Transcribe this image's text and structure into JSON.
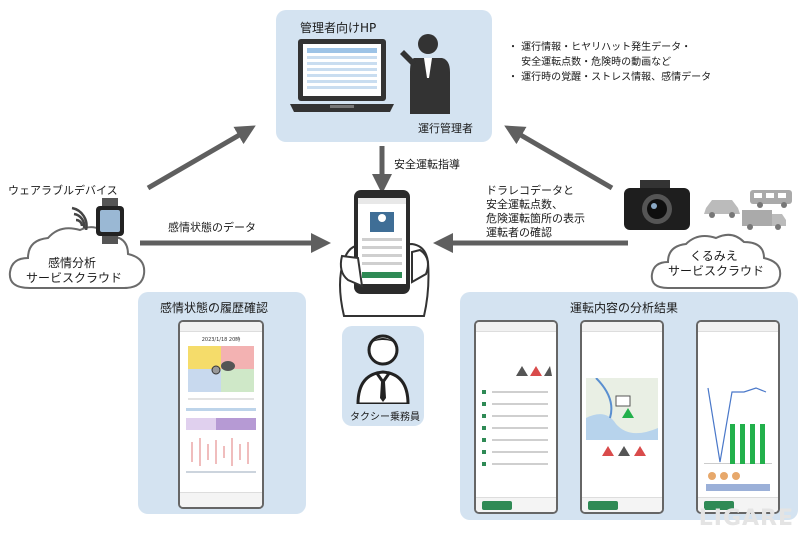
{
  "admin_hp": {
    "title": "管理者向けHP",
    "manager_label": "運行管理者"
  },
  "info_bullets": [
    "・ 運行情報・ヒヤリハット発生データ・",
    "　 安全運転点数・危険時の動画など",
    "・ 運行時の覚醒・ストレス情報、感情データ"
  ],
  "safety_guidance": "安全運転指導",
  "wearable_label": "ウェアラブルデバイス",
  "emotion_cloud": {
    "line1": "感情分析",
    "line2": "サービスクラウド"
  },
  "emotion_data_label": "感情状態のデータ",
  "drarecord_lines": [
    "ドラレコデータと",
    "安全運転点数、",
    "危険運転箇所の表示",
    "運転者の確認"
  ],
  "kurumie_cloud": {
    "line1": "くるみえ",
    "line2": "サービスクラウド"
  },
  "emotion_history": {
    "title": "感情状態の履歴確認",
    "date": "2023/1/18 20時"
  },
  "analysis": {
    "title": "運転内容の分析結果"
  },
  "taxi_driver_label": "タクシー乗務員",
  "watermark": "LIGARE",
  "colors": {
    "panel": "#d4e3f1",
    "arrow": "#5f5f5f",
    "green": "#2f8a55",
    "bar_green": "#22b04b"
  }
}
